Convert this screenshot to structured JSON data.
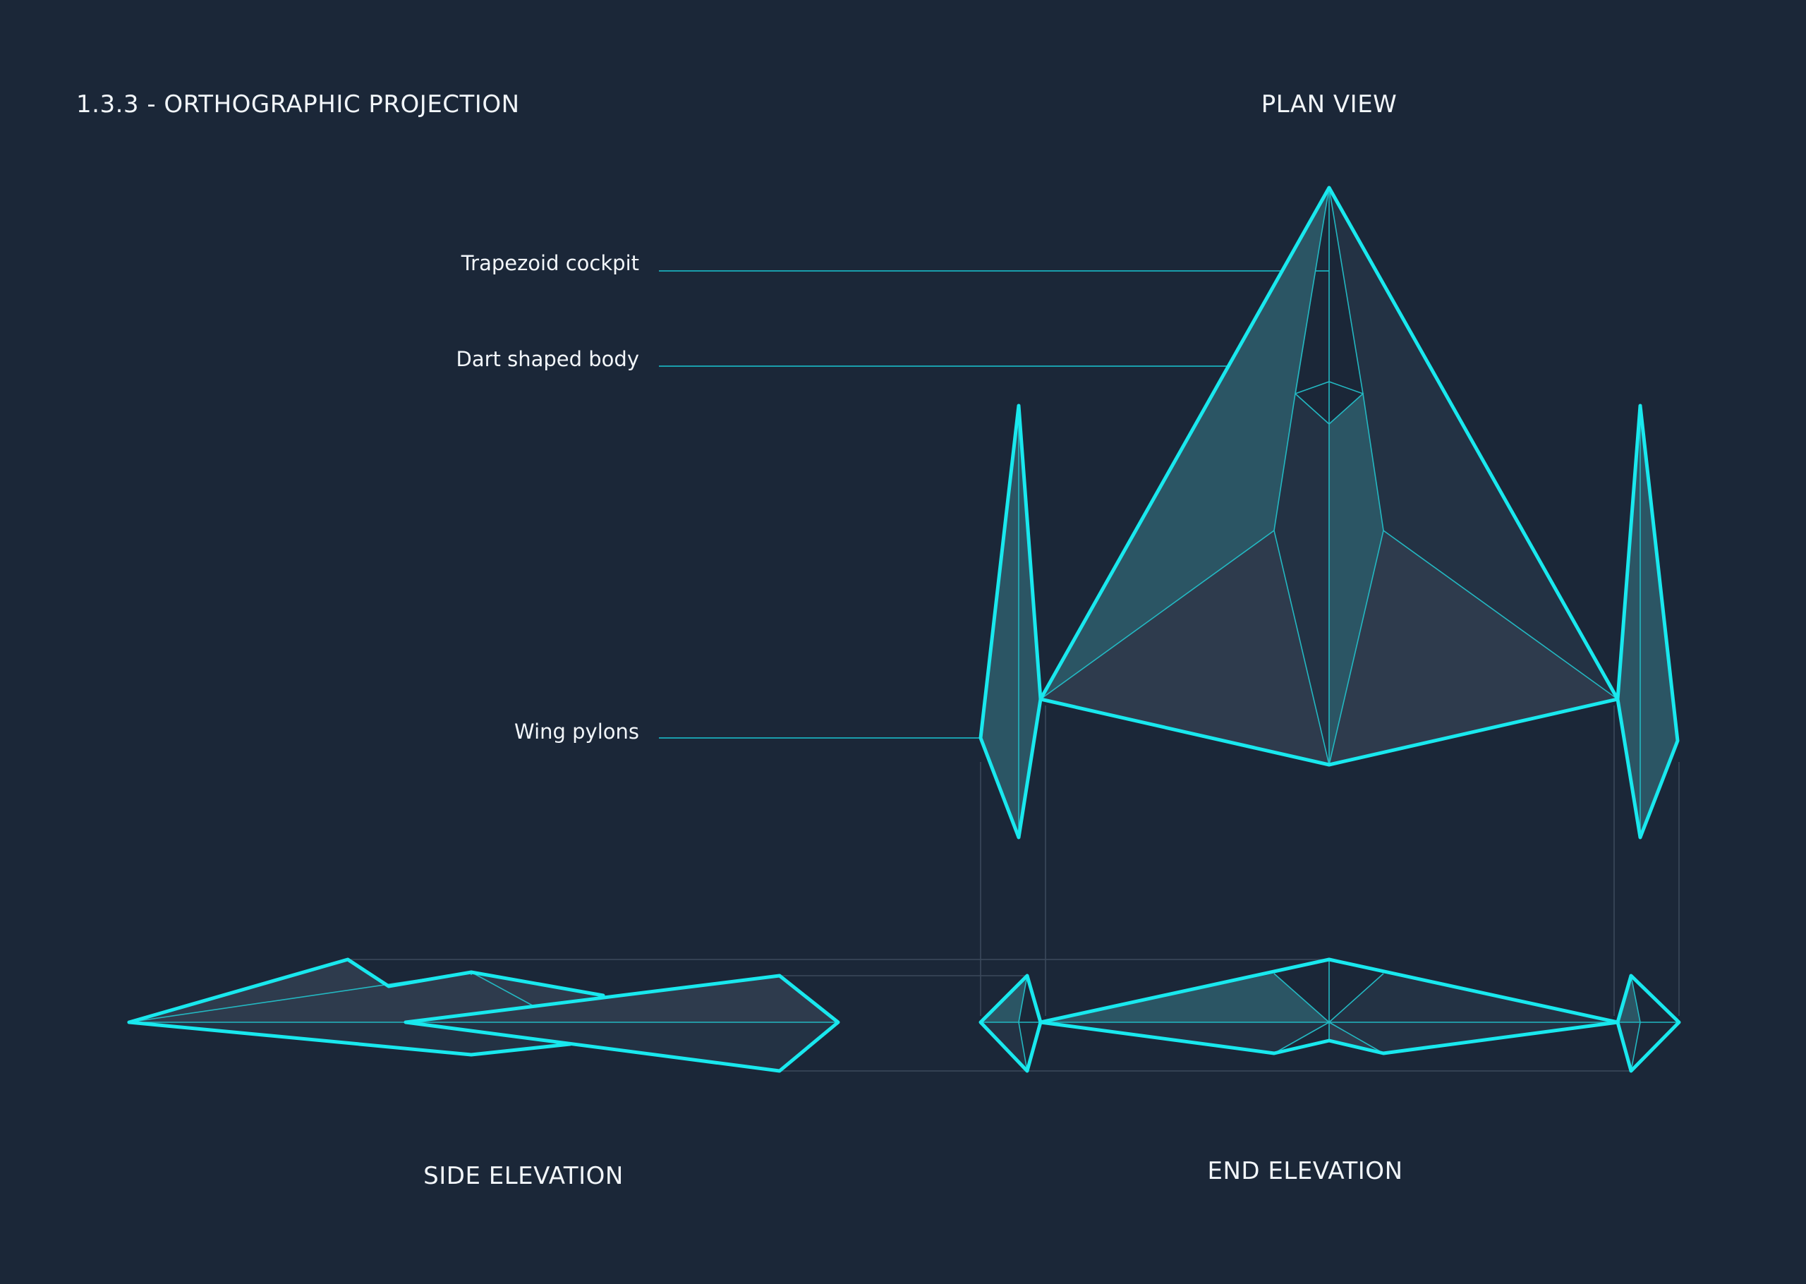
{
  "header": {
    "title": "1.3.3 - ORTHOGRAPHIC PROJECTION"
  },
  "views": {
    "plan": "PLAN VIEW",
    "side": "SIDE ELEVATION",
    "end": "END ELEVATION"
  },
  "callouts": {
    "cockpit": "Trapezoid cockpit",
    "body": "Dart shaped body",
    "pylons": "Wing pylons"
  },
  "colors": {
    "background": "#1b2738",
    "outline": "#19e8ee",
    "text": "#f2f6fa"
  }
}
